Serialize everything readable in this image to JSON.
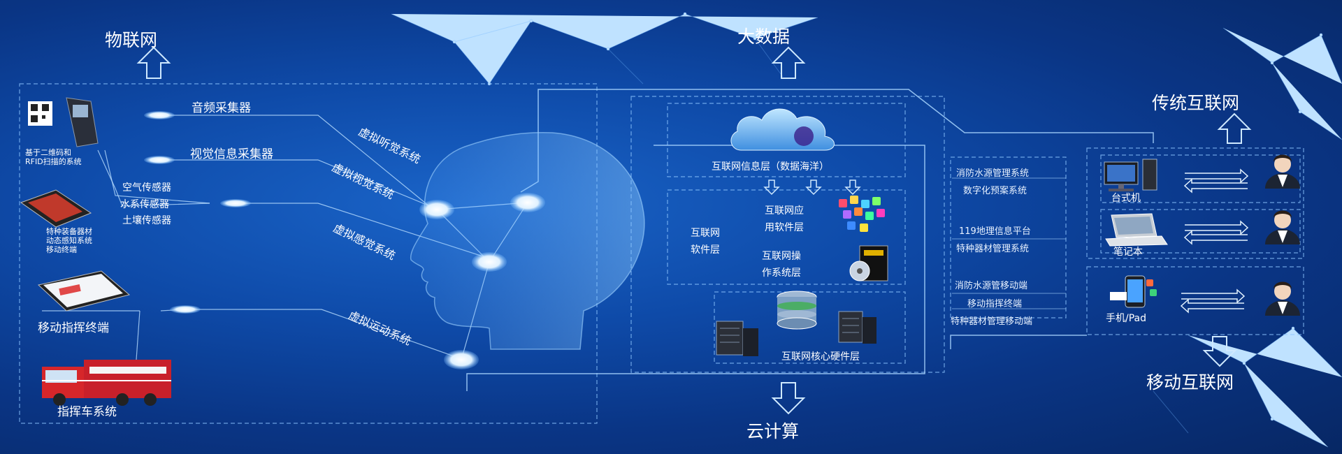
{
  "colors": {
    "background": "#0e4aa8",
    "line": "#7fc0ff",
    "text": "#ffffff"
  },
  "top_labels": {
    "iot": "物联网",
    "big_data": "大数据",
    "traditional_internet": "传统互联网",
    "mobile_internet": "移动互联网",
    "cloud_computing": "云计算"
  },
  "iot": {
    "scanner_caption": "基于二维码和\nRFID扫描的系统",
    "tablet_caption": "特种装备器材\n动态感知系统\n移动终端",
    "audio_collector": "音频采集器",
    "video_collector": "视觉信息采集器",
    "air_sensor": "空气传感器",
    "water_sensor": "水系传感器",
    "soil_sensor": "土壤传感器",
    "mobile_terminal": "移动指挥终端",
    "command_vehicle": "指挥车系统"
  },
  "virtual_systems": {
    "hearing": "虚拟听觉系统",
    "vision": "虚拟视觉系统",
    "sensing": "虚拟感觉系统",
    "motion": "虚拟运动系统"
  },
  "internet_stack": {
    "info_layer": "互联网信息层（数据海洋）",
    "software_layer": "互联网\n软件层",
    "app_software": "互联网应\n用软件层",
    "os_layer": "互联网操\n作系统层",
    "hardware_layer": "互联网核心硬件层"
  },
  "applications": [
    "消防水源管理系统",
    "数字化预案系统",
    "119地理信息平台",
    "特种器材管理系统",
    "消防水源管移动端",
    "移动指挥终端",
    "特种器材管理移动端"
  ],
  "devices": {
    "desktop": "台式机",
    "laptop": "笔记本",
    "mobile": "手机/Pad"
  },
  "icons": [
    "up-arrow-icon",
    "down-arrow-icon",
    "cloud-icon",
    "server-icon",
    "database-icon",
    "person-icon",
    "desktop-icon",
    "laptop-icon",
    "phone-icon",
    "fire-truck-icon",
    "tablet-icon",
    "scanner-icon"
  ]
}
